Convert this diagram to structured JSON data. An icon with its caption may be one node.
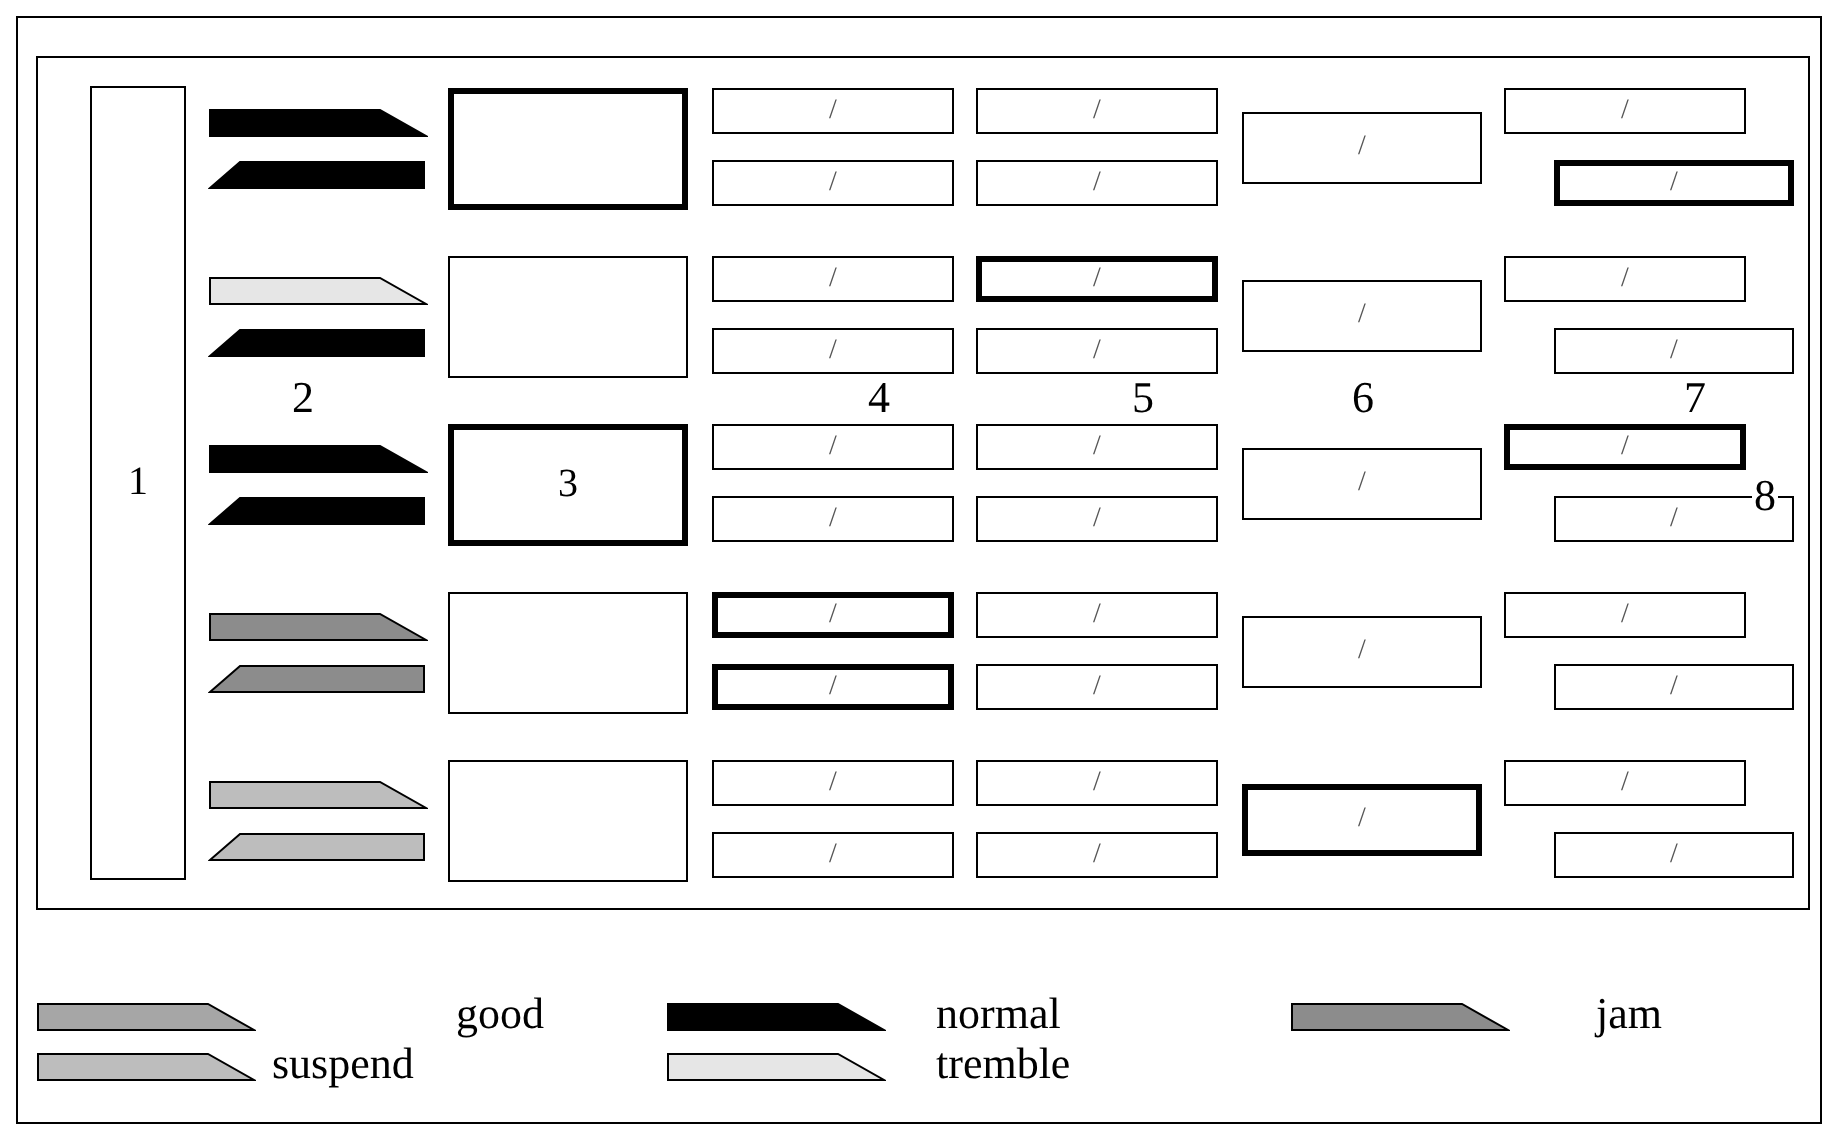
{
  "diagram": {
    "nodes": [
      {
        "text": [
          "1"
        ]
      },
      {
        "text": [],
        "shape": "box"
      },
      {
        "text": [
          "/"
        ]
      },
      {
        "text": [
          "/"
        ]
      },
      {
        "text": [
          "/"
        ]
      },
      {
        "text": [
          "/"
        ]
      },
      {
        "text": [
          "/"
        ]
      },
      {
        "text": [
          "/"
        ]
      },
      {
        "text": [
          "/"
        ]
      },
      {
        "text": [],
        "shape": "box"
      },
      {
        "text": [
          "/"
        ]
      },
      {
        "text": [
          "/"
        ]
      },
      {
        "text": [
          "/"
        ]
      },
      {
        "text": [
          "/"
        ]
      },
      {
        "text": [
          "/"
        ]
      },
      {
        "text": [
          "/"
        ]
      },
      {
        "text": [
          "/"
        ]
      },
      {
        "text": [
          "3"
        ]
      },
      {
        "text": [
          "/"
        ]
      },
      {
        "text": [
          "/"
        ]
      },
      {
        "text": [
          "/"
        ]
      },
      {
        "text": [
          "/"
        ]
      },
      {
        "text": [
          "/"
        ]
      },
      {
        "text": [
          "/"
        ]
      },
      {
        "text": [
          "/"
        ]
      },
      {
        "text": [],
        "shape": "box"
      },
      {
        "text": [
          "/"
        ]
      },
      {
        "text": [
          "/"
        ]
      },
      {
        "text": [
          "/"
        ]
      },
      {
        "text": [
          "/"
        ]
      },
      {
        "text": [
          "/"
        ]
      },
      {
        "text": [
          "/"
        ]
      },
      {
        "text": [
          "/"
        ]
      },
      {
        "text": [],
        "shape": "box"
      },
      {
        "text": [
          "/"
        ]
      },
      {
        "text": [
          "/"
        ]
      },
      {
        "text": [
          "/"
        ]
      },
      {
        "text": [
          "/"
        ]
      },
      {
        "text": [
          "/"
        ]
      },
      {
        "text": [
          "/"
        ]
      },
      {
        "text": [
          "/"
        ]
      },
      {
        "text": [],
        "shape": "bar"
      },
      {
        "text": [],
        "shape": "bar"
      },
      {
        "text": [],
        "shape": "bar"
      },
      {
        "text": [],
        "shape": "bar"
      },
      {
        "text": [],
        "shape": "bar"
      },
      {
        "text": [],
        "shape": "bar"
      },
      {
        "text": [],
        "shape": "bar"
      },
      {
        "text": [],
        "shape": "bar"
      },
      {
        "text": [],
        "shape": "bar"
      },
      {
        "text": [],
        "shape": "bar"
      }
    ],
    "edges": [],
    "labels": [
      "2",
      "4",
      "5",
      "6",
      "7",
      "8"
    ],
    "legend": [
      {
        "text": "good",
        "color": "#a6a6a6"
      },
      {
        "text": "normal",
        "color": "#000000"
      },
      {
        "text": "jam",
        "color": "#8c8c8c"
      },
      {
        "text": "suspend",
        "color": "#bdbdbd"
      },
      {
        "text": "tremble",
        "color": "#e6e6e6"
      }
    ]
  }
}
